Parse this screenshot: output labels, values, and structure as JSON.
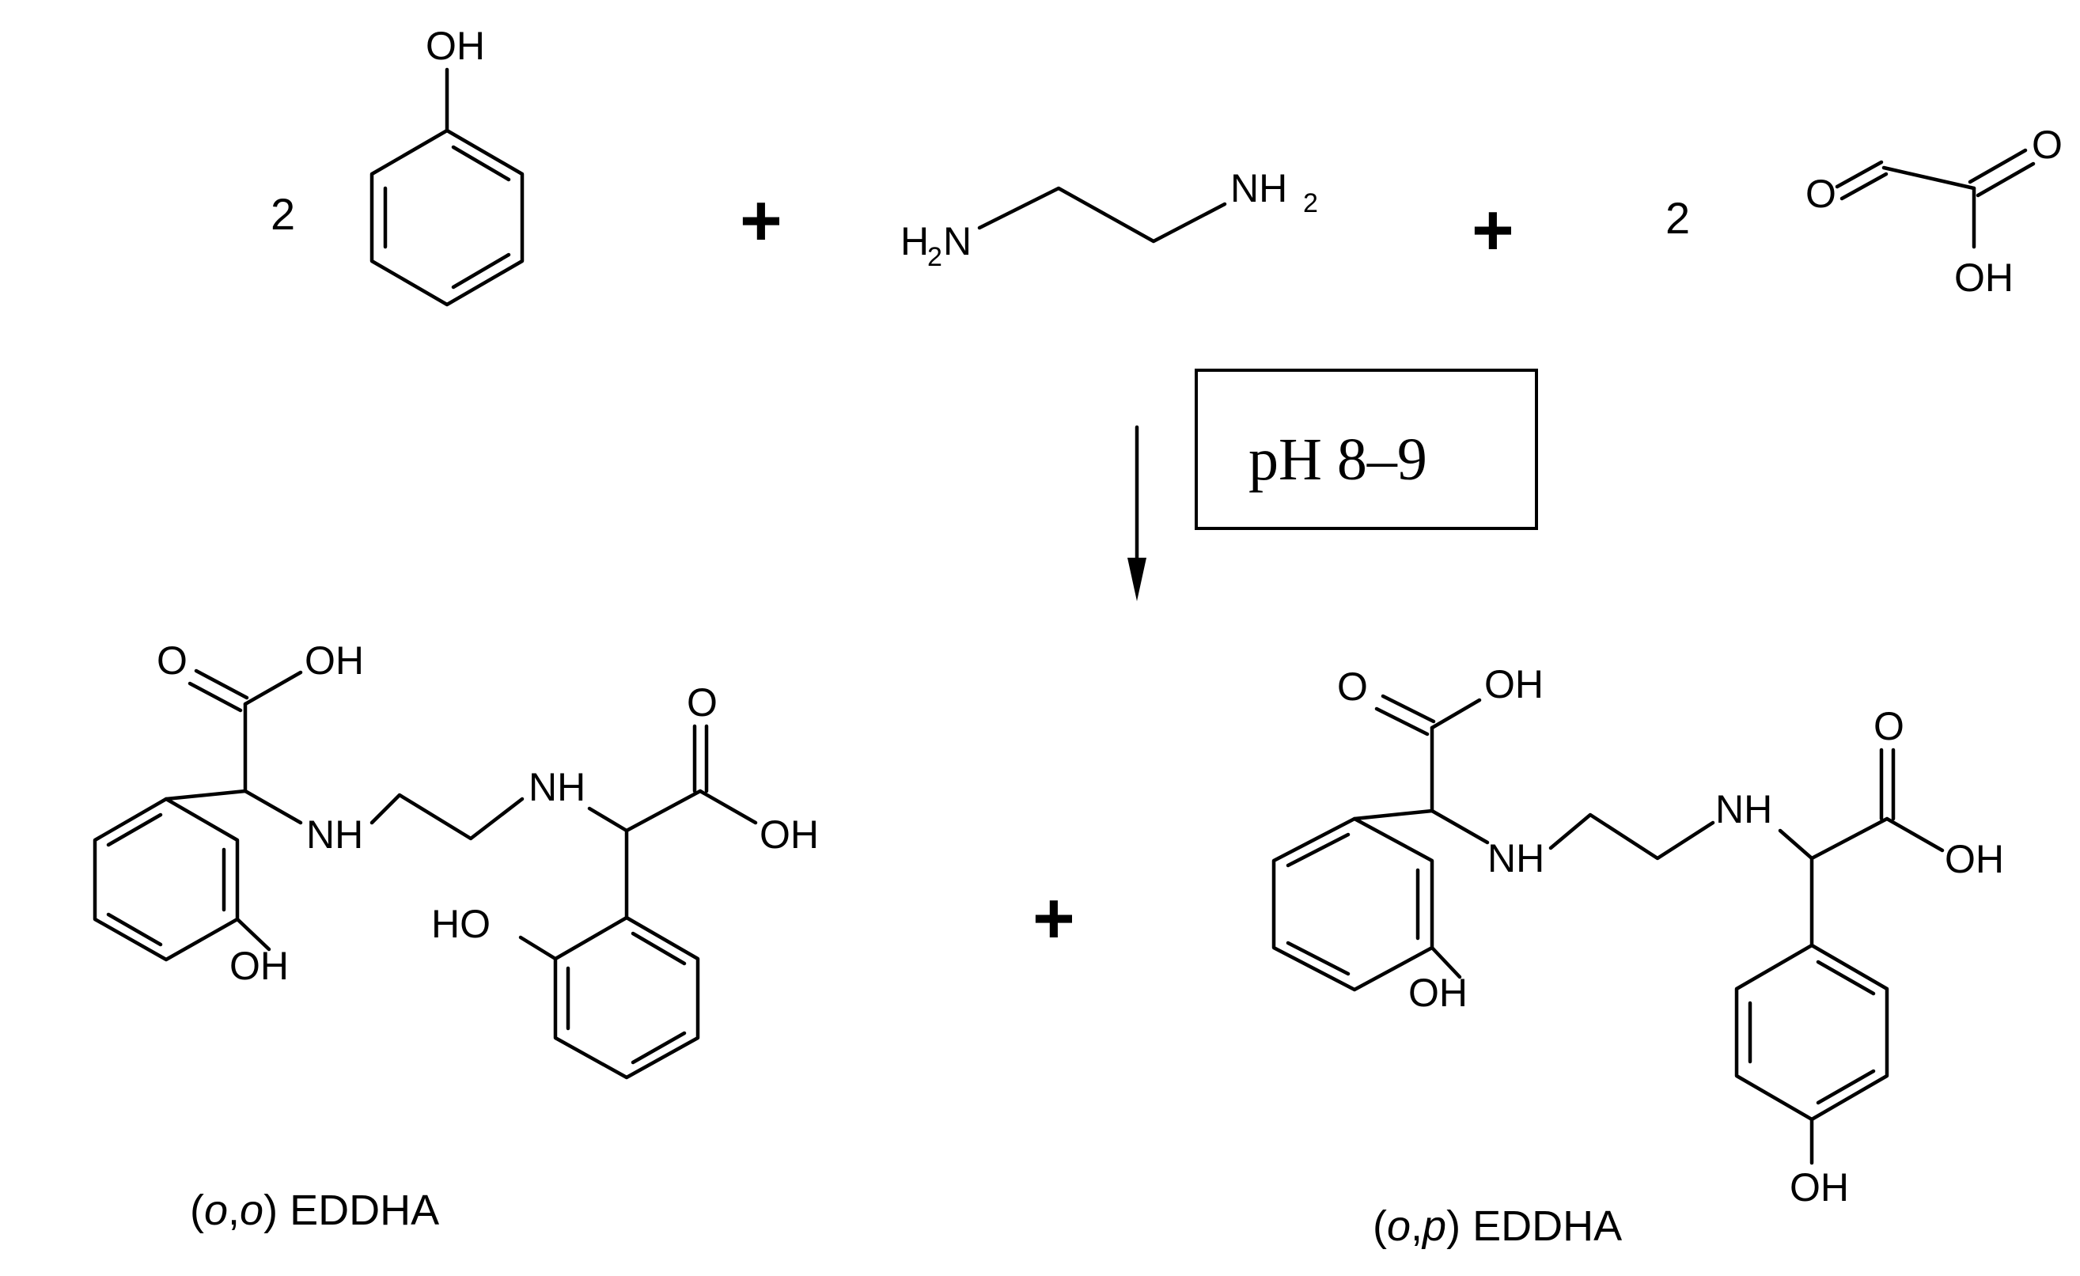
{
  "reactants": {
    "phenol": {
      "coefficient": "2",
      "oh": "OH"
    },
    "plus_1": "+",
    "ethylenediamine": {
      "h_left": "H",
      "h_left_sub": "2",
      "n_left": "N",
      "nh_right": "NH",
      "nh_right_sub": "2"
    },
    "plus_2": "+",
    "glyoxylic_acid": {
      "coefficient": "2",
      "o_aldehyde": "O",
      "o_carbonyl": "O",
      "oh": "OH"
    }
  },
  "conditions": {
    "label": "pH 8–9"
  },
  "products": {
    "oo_eddha": {
      "labels": {
        "top_o": "O",
        "top_oh": "OH",
        "nh_left": "NH",
        "nh_right": "NH",
        "right_o": "O",
        "right_oh": "OH",
        "ring1_oh": "OH",
        "ring2_ho": "HO"
      },
      "caption": {
        "open": "(",
        "o1": "o",
        "comma": ",",
        "o2": "o",
        "close": ")",
        "name": " EDDHA"
      }
    },
    "plus": "+",
    "op_eddha": {
      "labels": {
        "top_o": "O",
        "top_oh": "OH",
        "nh_left": "NH",
        "nh_right": "NH",
        "right_o": "O",
        "right_oh": "OH",
        "ring1_oh": "OH",
        "ring2_oh": "OH"
      },
      "caption": {
        "open": "(",
        "o1": "o",
        "comma": ",",
        "p": "p",
        "close": ")",
        "name": " EDDHA"
      }
    }
  }
}
